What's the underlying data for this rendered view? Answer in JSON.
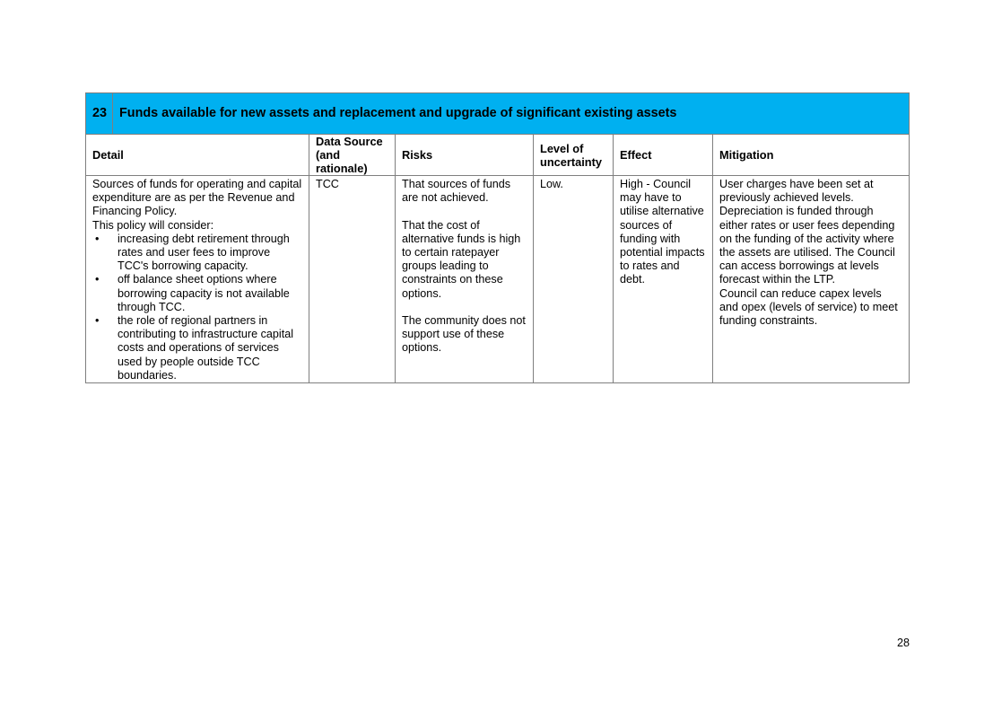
{
  "section": {
    "number": "23",
    "title": "Funds available for new assets and replacement and upgrade of significant existing assets"
  },
  "columns": {
    "detail": "Detail",
    "data_source": "Data Source (and rationale)",
    "risks": "Risks",
    "level_of_uncertainty": "Level of uncertainty",
    "effect": "Effect",
    "mitigation": "Mitigation"
  },
  "row": {
    "detail": {
      "intro": [
        "Sources of funds for operating and capital expenditure are as per the Revenue and Financing Policy.",
        "This policy will consider:"
      ],
      "bullets": [
        "increasing debt retirement through rates and user fees to improve TCC's borrowing capacity.",
        "off balance sheet options where borrowing capacity is not available through TCC.",
        "the role of regional partners in contributing to infrastructure capital costs and operations of services used by people outside TCC boundaries."
      ]
    },
    "data_source": "TCC",
    "risks": [
      "That sources of funds are not achieved.",
      "That the cost of alternative funds is high to certain ratepayer groups leading to constraints on these options.",
      "The community does not support use of these options."
    ],
    "level_of_uncertainty": "Low.",
    "effect": "High - Council may have to utilise alternative sources of funding with potential impacts to rates and debt.",
    "mitigation": [
      "User charges have been set at previously achieved levels.",
      "Depreciation is funded through either rates or user fees depending on the funding of the activity where the assets are utilised. The Council can access borrowings at levels forecast within the LTP.",
      "Council can reduce capex levels and opex (levels of service) to meet funding constraints."
    ]
  },
  "page_number": "28"
}
